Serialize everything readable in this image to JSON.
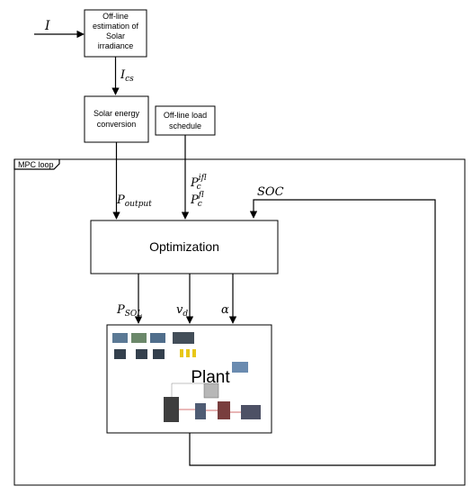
{
  "input_label": "I",
  "estimation": {
    "line1": "Off-line",
    "line2": "estimation of",
    "line3": "Solar",
    "line4": "irradiance"
  },
  "ics_label": {
    "base": "I",
    "sub": "cs"
  },
  "solar_conversion": {
    "line1": "Solar energy",
    "line2": "conversion"
  },
  "offline_load": {
    "line1": "Off-line load",
    "line2": "schedule"
  },
  "mpc_loop_label": "MPC loop",
  "p_output_label": {
    "base": "P",
    "sub": "output"
  },
  "p_ifl_label": {
    "base": "P",
    "sub": "c",
    "sup": "ifl"
  },
  "p_fl_label": {
    "base": "P",
    "sub": "c",
    "sup": "fl"
  },
  "soc_label": "SOC",
  "optimization_label": "Optimization",
  "p_sol_label": {
    "base": "P",
    "sub": "SOL"
  },
  "vd_label": {
    "base": "v",
    "sub": "d"
  },
  "alpha_label": "α",
  "plant_label": "Plant"
}
